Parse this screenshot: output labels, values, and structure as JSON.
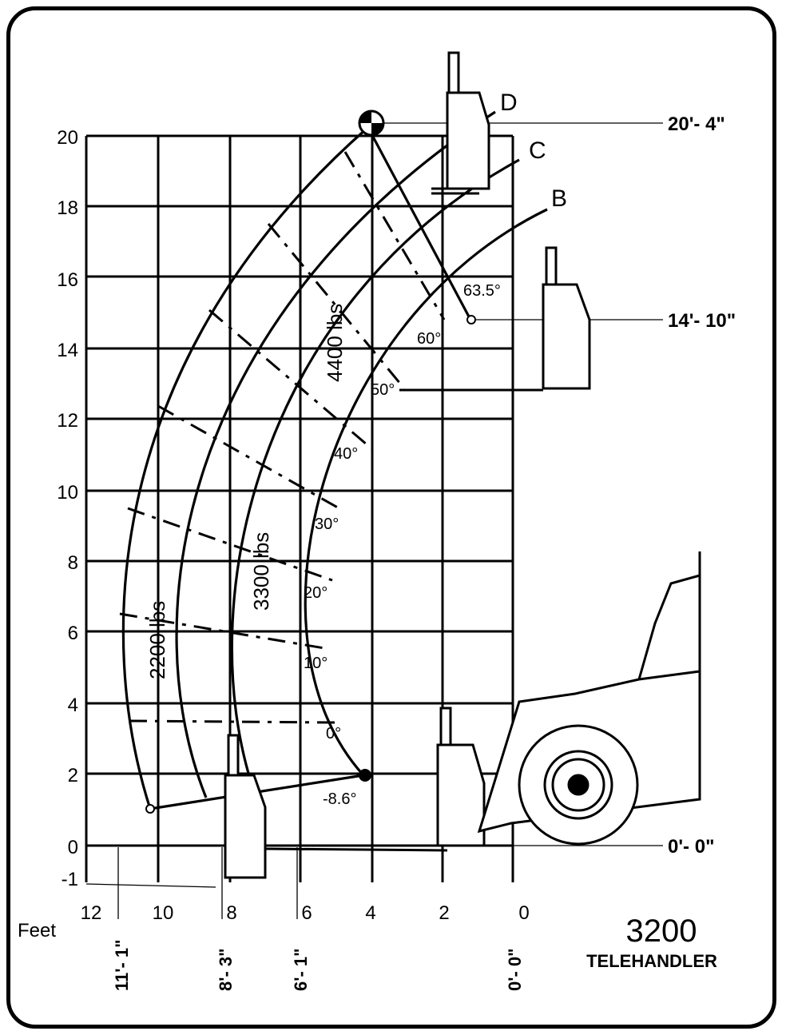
{
  "y_ticks": [
    "20",
    "18",
    "16",
    "14",
    "12",
    "10",
    "8",
    "6",
    "4",
    "2",
    "0",
    "-1"
  ],
  "x_ticks": [
    "12",
    "10",
    "8",
    "6",
    "4",
    "2",
    "0"
  ],
  "feet_label": "Feet",
  "vertical_dims": [
    "11'- 1\"",
    "8'- 3\"",
    "6'- 1\"",
    "0'- 0\""
  ],
  "right_dims": [
    "20'- 4\"",
    "14'- 10\"",
    "0'- 0\""
  ],
  "arc_labels": [
    "D",
    "C",
    "B"
  ],
  "load_labels": [
    "2200 lbs",
    "3300 lbs",
    "4400 lbs"
  ],
  "angle_labels": [
    "63.5°",
    "60°",
    "50°",
    "40°",
    "30°",
    "20°",
    "10°",
    "0°",
    "-8.6°"
  ],
  "model_number": "3200",
  "model_name": "TELEHANDLER"
}
